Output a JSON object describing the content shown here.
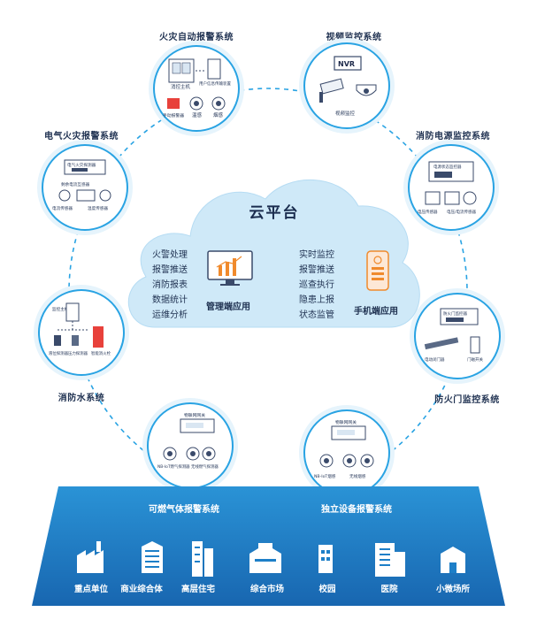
{
  "cloud": {
    "title": "云平台",
    "left_items": [
      "火警处理",
      "报警推送",
      "消防报表",
      "数据统计",
      "运维分析"
    ],
    "left_app": "管理端应用",
    "right_items": [
      "实时监控",
      "报警推送",
      "巡查执行",
      "隐患上报",
      "状态监管"
    ],
    "right_app": "手机端应用"
  },
  "systems": [
    {
      "key": "fire_alarm",
      "title": "火灾自动报警系统",
      "parts": [
        "消控主机",
        "用户信息传输装置",
        "手动报警器",
        "温感",
        "烟感"
      ]
    },
    {
      "key": "video",
      "title": "视频监控系统",
      "parts": [
        "NVR",
        "视频监控"
      ]
    },
    {
      "key": "power",
      "title": "消防电源监控系统",
      "parts": [
        "电源状态监控器",
        "电压传感器",
        "电压/电流传感器"
      ]
    },
    {
      "key": "door",
      "title": "防火门监控系统",
      "parts": [
        "防火门监控器",
        "电动闭门器",
        "门磁开关"
      ]
    },
    {
      "key": "standalone",
      "title": "独立设备报警系统",
      "parts": [
        "物联网网关",
        "NB-IoT烟感",
        "无线烟感"
      ]
    },
    {
      "key": "gas",
      "title": "可燃气体报警系统",
      "parts": [
        "物联网网关",
        "NB-IoT燃气探测器",
        "无线燃气探测器"
      ]
    },
    {
      "key": "water",
      "title": "消防水系统",
      "parts": [
        "监控主机",
        "液位探测器",
        "压力探测器",
        "智能消火栓"
      ]
    },
    {
      "key": "electrical",
      "title": "电气火灾报警系统",
      "parts": [
        "电气火灾探测器",
        "剩余电流互感器",
        "电流传感器",
        "温度传感器"
      ]
    }
  ],
  "buildings": [
    "重点单位",
    "商业综合体",
    "高层住宅",
    "综合市场",
    "校园",
    "医院",
    "小微场所"
  ],
  "colors": {
    "accent": "#29a3e3",
    "base": "#1d7fc8",
    "cloud": "#cfe9f8"
  }
}
